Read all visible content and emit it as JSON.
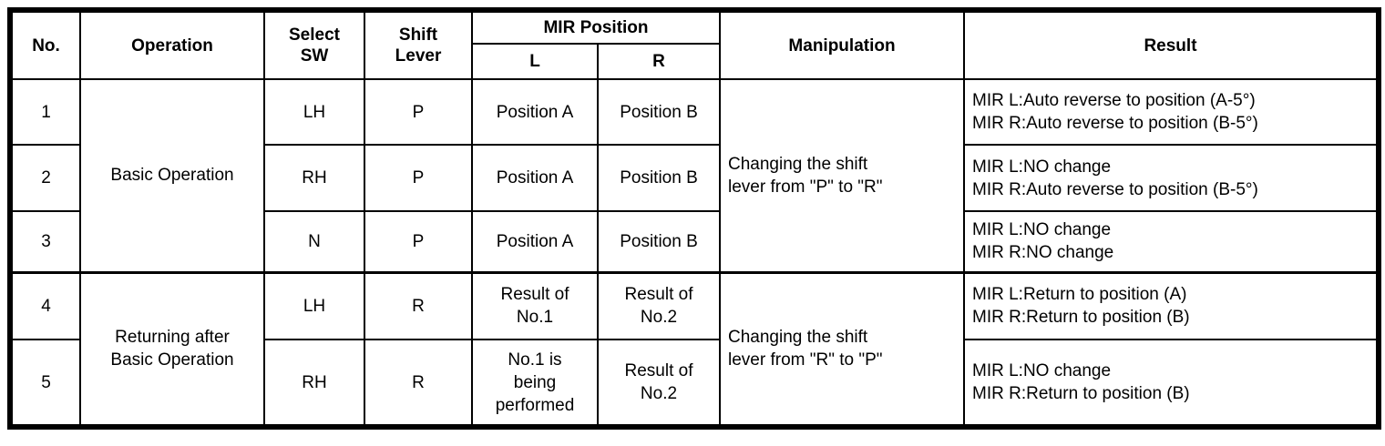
{
  "colors": {
    "text": "#000000",
    "border": "#000000",
    "background": "#ffffff"
  },
  "table": {
    "headers": {
      "no": "No.",
      "operation": "Operation",
      "select_sw": "Select\nSW",
      "shift_lever": "Shift\nLever",
      "mir_position": "MIR Position",
      "mir_l": "L",
      "mir_r": "R",
      "manipulation": "Manipulation",
      "result": "Result"
    },
    "operations": {
      "basic": "Basic Operation",
      "returning": "Returning after\nBasic Operation"
    },
    "manipulations": {
      "p_to_r": "Changing the shift\nlever from \"P\" to \"R\"",
      "r_to_p": "Changing the shift\nlever from \"R\" to \"P\""
    },
    "rows": [
      {
        "no": "1",
        "select_sw": "LH",
        "shift_lever": "P",
        "mir_l": "Position A",
        "mir_r": "Position B",
        "result": "MIR L:Auto reverse to position (A-5°)\nMIR R:Auto reverse to position (B-5°)"
      },
      {
        "no": "2",
        "select_sw": "RH",
        "shift_lever": "P",
        "mir_l": "Position A",
        "mir_r": "Position B",
        "result": "MIR L:NO change\nMIR R:Auto reverse to position (B-5°)"
      },
      {
        "no": "3",
        "select_sw": "N",
        "shift_lever": "P",
        "mir_l": "Position A",
        "mir_r": "Position B",
        "result": "MIR L:NO change\nMIR R:NO change"
      },
      {
        "no": "4",
        "select_sw": "LH",
        "shift_lever": "R",
        "mir_l": "Result of\nNo.1",
        "mir_r": "Result of\nNo.2",
        "result": "MIR L:Return to position (A)\nMIR R:Return to position (B)"
      },
      {
        "no": "5",
        "select_sw": "RH",
        "shift_lever": "R",
        "mir_l": "No.1 is\nbeing\nperformed",
        "mir_r": "Result of\nNo.2",
        "result": "MIR L:NO change\nMIR R:Return to position (B)"
      }
    ]
  }
}
